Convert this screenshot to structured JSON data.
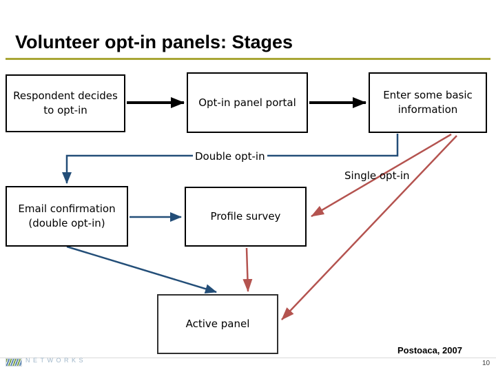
{
  "slide": {
    "title": "Volunteer opt-in panels: Stages",
    "citation": "Postoaca, 2007",
    "page_number": "10",
    "logo": {
      "text": "NETWORKS",
      "icon": "striped-flag-icon"
    }
  },
  "colors": {
    "title_text": "#000000",
    "title_underline": "#a9a636",
    "edge_black": "#000000",
    "edge_blue": "#234e78",
    "edge_red": "#b4534f",
    "logo_text": "#9fb6c9"
  },
  "diagram": {
    "type": "flowchart",
    "nodes": [
      {
        "id": "respondent-decides",
        "label": "Respondent decides to opt-in"
      },
      {
        "id": "opt-in-portal",
        "label": "Opt-in panel portal"
      },
      {
        "id": "enter-basic-info",
        "label": "Enter some basic information"
      },
      {
        "id": "email-confirmation",
        "label": "Email confirmation (double opt-in)"
      },
      {
        "id": "profile-survey",
        "label": "Profile survey"
      },
      {
        "id": "active-panel",
        "label": "Active panel"
      }
    ],
    "labels": {
      "double_opt_in": "Double opt-in",
      "single_opt_in": "Single opt-in"
    },
    "edges": [
      {
        "from": "respondent-decides",
        "to": "opt-in-portal",
        "color": "black"
      },
      {
        "from": "opt-in-portal",
        "to": "enter-basic-info",
        "color": "black"
      },
      {
        "from": "enter-basic-info",
        "to": "email-confirmation",
        "color": "blue",
        "label": "Double opt-in"
      },
      {
        "from": "email-confirmation",
        "to": "profile-survey",
        "color": "blue"
      },
      {
        "from": "email-confirmation",
        "to": "active-panel",
        "color": "blue"
      },
      {
        "from": "enter-basic-info",
        "to": "profile-survey",
        "color": "red",
        "label": "Single opt-in"
      },
      {
        "from": "enter-basic-info",
        "to": "active-panel",
        "color": "red"
      },
      {
        "from": "profile-survey",
        "to": "active-panel",
        "color": "red"
      }
    ]
  }
}
